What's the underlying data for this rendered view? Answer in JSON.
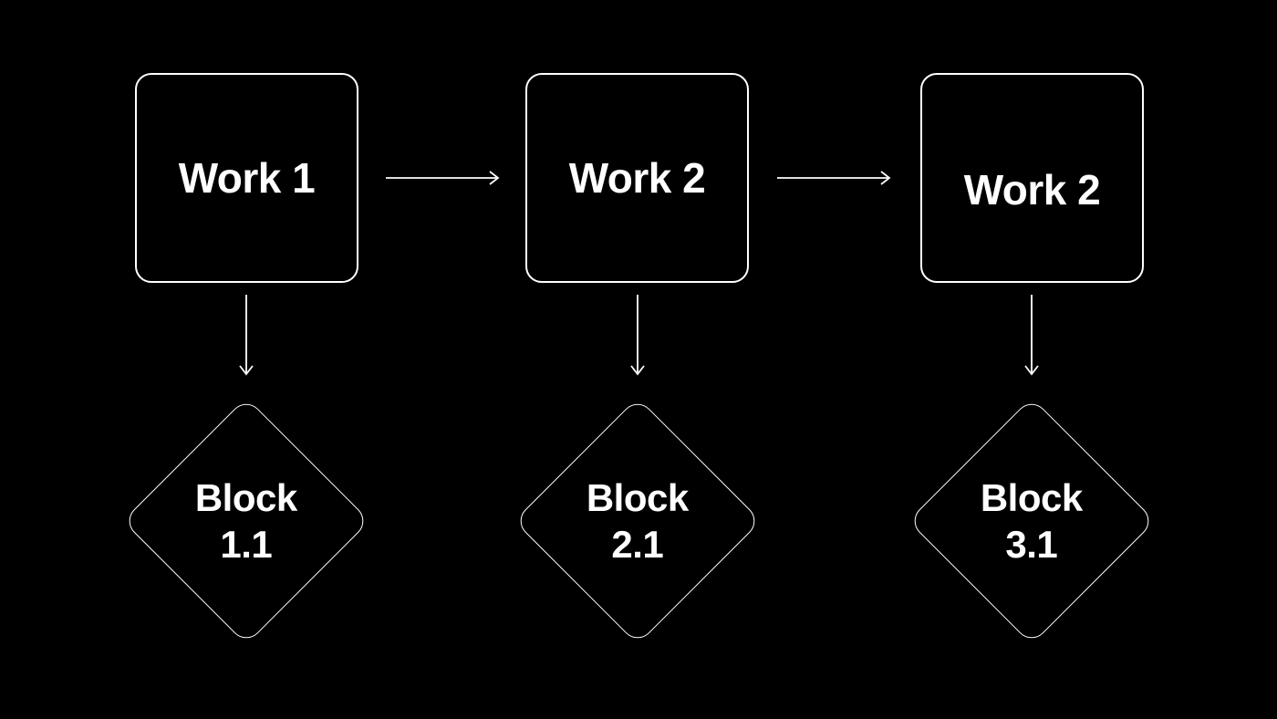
{
  "theme": {
    "background": "#000000",
    "stroke": "#ffffff",
    "text": "#ffffff"
  },
  "diagram": {
    "work_nodes": [
      {
        "label": "Work 1"
      },
      {
        "label": "Work 2"
      },
      {
        "label": "Work 2"
      }
    ],
    "block_nodes": [
      {
        "line1": "Block",
        "line2": "1.1"
      },
      {
        "line1": "Block",
        "line2": "2.1"
      },
      {
        "line1": "Block",
        "line2": "3.1"
      }
    ],
    "connections": [
      {
        "from": "Work 1",
        "to": "Work 2",
        "direction": "right"
      },
      {
        "from": "Work 2",
        "to": "Work 2",
        "direction": "right"
      },
      {
        "from": "Work 1",
        "to": "Block 1.1",
        "direction": "down"
      },
      {
        "from": "Work 2",
        "to": "Block 2.1",
        "direction": "down"
      },
      {
        "from": "Work 2",
        "to": "Block 3.1",
        "direction": "down"
      }
    ]
  }
}
